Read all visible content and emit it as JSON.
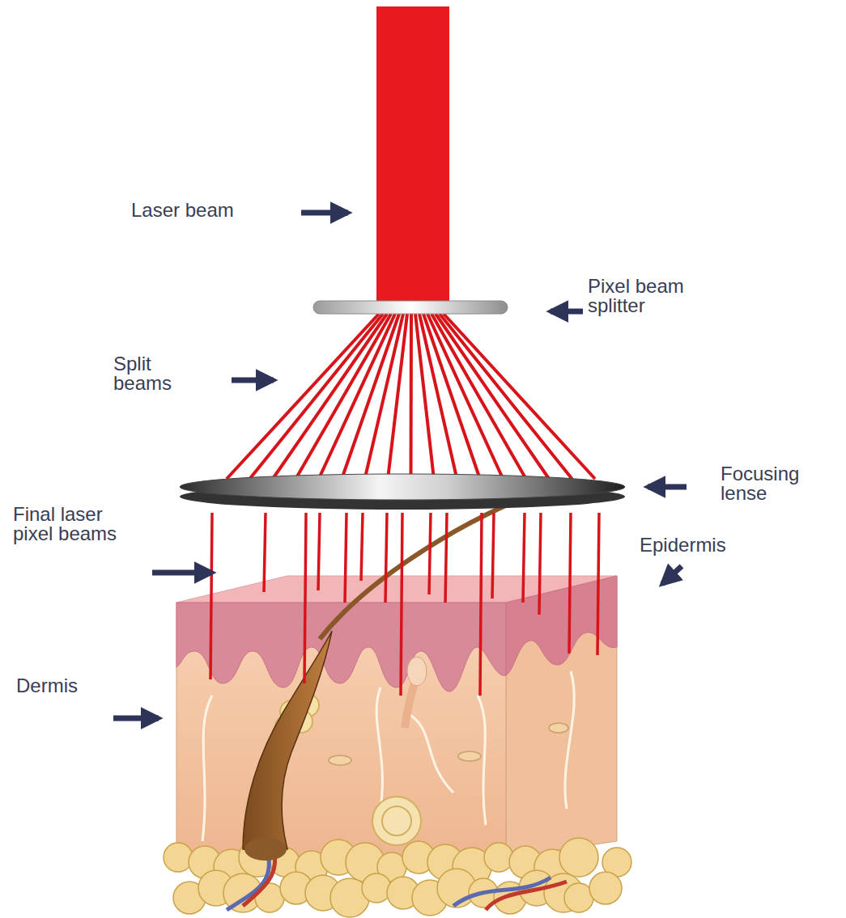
{
  "diagram": {
    "labels": [
      "Laser beam",
      "Pixel beam splitter",
      "Split beams",
      "Focusing lense",
      "Final laser pixel beams",
      "Epidermis",
      "Dermis"
    ]
  }
}
